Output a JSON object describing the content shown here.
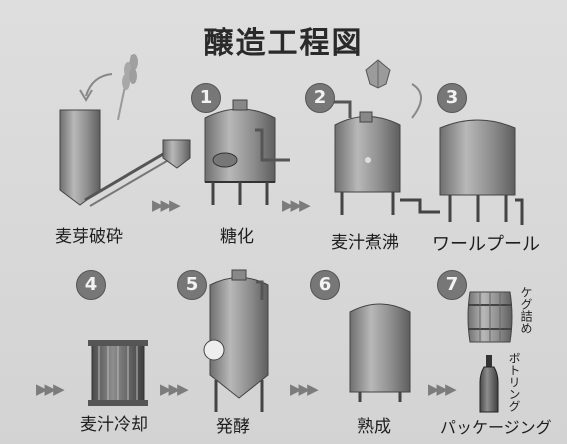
{
  "title": "醸造工程図",
  "steps": [
    {
      "number": "",
      "label": "麦芽破砕"
    },
    {
      "number": "1",
      "label": "糖化"
    },
    {
      "number": "2",
      "label": "麦汁煮沸"
    },
    {
      "number": "3",
      "label": "ワールプール"
    },
    {
      "number": "4",
      "label": "麦汁冷却"
    },
    {
      "number": "5",
      "label": "発酵"
    },
    {
      "number": "6",
      "label": "熟成"
    },
    {
      "number": "7",
      "label": "パッケージング"
    }
  ],
  "package_types": {
    "keg": "ケグ詰め",
    "bottle": "ボトリング"
  },
  "flow_arrow": "▶▶▶",
  "colors": {
    "background": "#d9d9d9",
    "vessel": "#8a8a8a",
    "badge": "#777777",
    "text": "#1e1e1e"
  }
}
